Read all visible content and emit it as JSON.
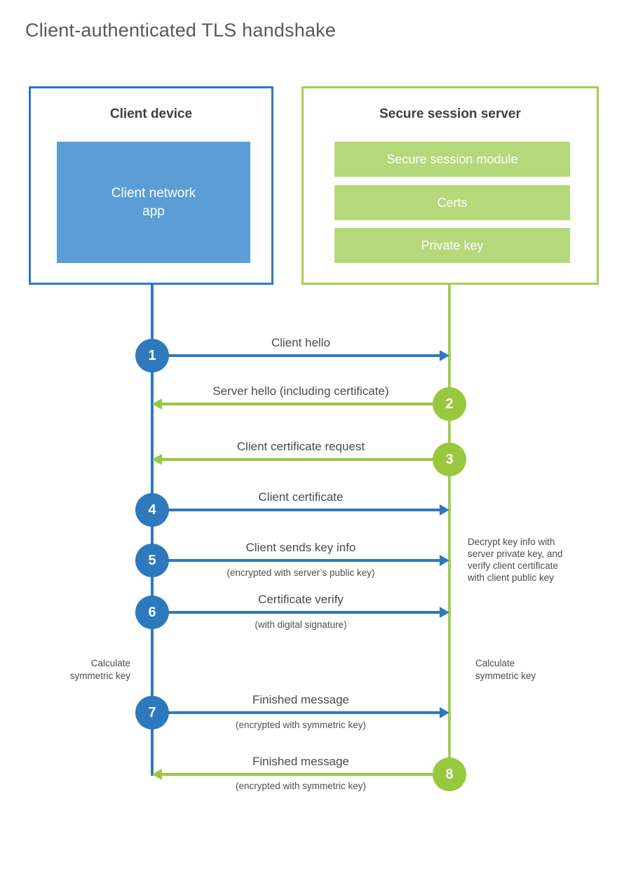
{
  "title": "Client-authenticated TLS handshake",
  "colors": {
    "blue_accent": "#2e79bd",
    "blue_fill": "#5b9ed6",
    "green_accent": "#97c83e",
    "green_border": "#a5cd55",
    "green_fill": "#b5d87a"
  },
  "client_box": {
    "title": "Client device",
    "app_label": "Client network\napp"
  },
  "server_box": {
    "title": "Secure session server",
    "modules": [
      "Secure session module",
      "Certs",
      "Private key"
    ]
  },
  "steps": [
    {
      "num": "1",
      "direction": "right",
      "actor": "client",
      "label": "Client hello",
      "sub": ""
    },
    {
      "num": "2",
      "direction": "left",
      "actor": "server",
      "label": "Server hello (including certificate)",
      "sub": ""
    },
    {
      "num": "3",
      "direction": "left",
      "actor": "server",
      "label": "Client certificate request",
      "sub": ""
    },
    {
      "num": "4",
      "direction": "right",
      "actor": "client",
      "label": "Client certificate",
      "sub": ""
    },
    {
      "num": "5",
      "direction": "right",
      "actor": "client",
      "label": "Client sends key info",
      "sub": "(encrypted with server’s public key)"
    },
    {
      "num": "6",
      "direction": "right",
      "actor": "client",
      "label": "Certificate verify",
      "sub": "(with digital signature)"
    },
    {
      "num": "7",
      "direction": "right",
      "actor": "client",
      "label": "Finished message",
      "sub": "(encrypted with symmetric key)"
    },
    {
      "num": "8",
      "direction": "left",
      "actor": "server",
      "label": "Finished message",
      "sub": "(encrypted with symmetric key)"
    }
  ],
  "annotations": {
    "decrypt_note": "Decrypt key info with\nserver private key, and\nverify client certificate\nwith client public key",
    "calc_left": "Calculate\nsymmetric key",
    "calc_right": "Calculate\nsymmetric key"
  }
}
